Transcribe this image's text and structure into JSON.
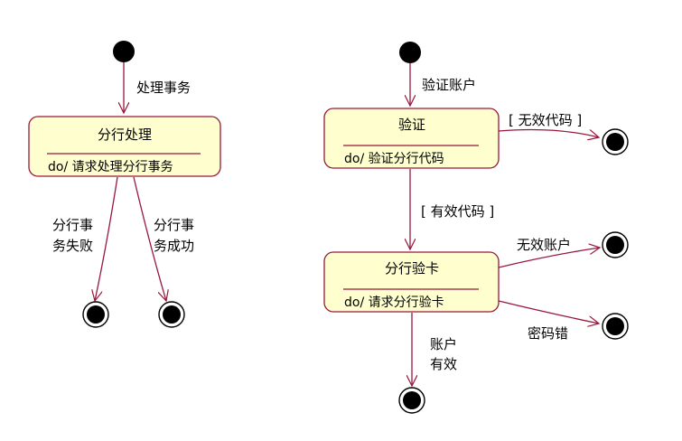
{
  "diagram": {
    "left": {
      "initial_label": "处理事务",
      "state": {
        "name": "分行处理",
        "activity": "do/ 请求处理分行事务"
      },
      "fail_label": [
        "分行事",
        "务失败"
      ],
      "success_label": [
        "分行事",
        "务成功"
      ]
    },
    "right": {
      "initial_label": "验证账户",
      "verify": {
        "name": "验证",
        "activity": "do/ 验证分行代码"
      },
      "invalid_code": "[ 无效代码 ]",
      "valid_code": "[ 有效代码 ]",
      "card": {
        "name": "分行验卡",
        "activity": "do/ 请求分行验卡"
      },
      "invalid_account": "无效账户",
      "password_error": "密码错",
      "valid_account": [
        "账户",
        "有效"
      ]
    }
  },
  "colors": {
    "line": "#99173C",
    "state_fill": "#FEFECE",
    "node": "#000000"
  }
}
